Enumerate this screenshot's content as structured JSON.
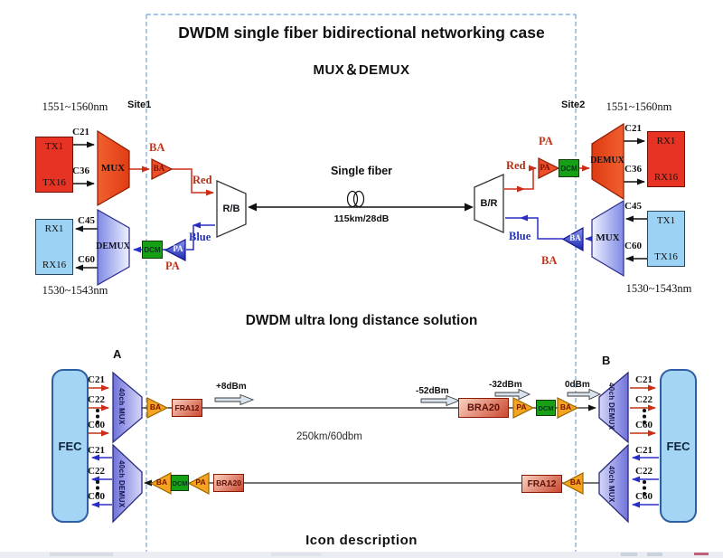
{
  "titles": {
    "main": "DWDM single fiber bidirectional networking case",
    "sub": "MUX＆DEMUX",
    "ultra": "DWDM ultra long distance solution",
    "icon": "Icon description"
  },
  "upper": {
    "site1": "Site1",
    "site2": "Site2",
    "red_band": "1551~1560nm",
    "blue_band": "1530~1543nm",
    "tx1": "TX1",
    "tx16": "TX16",
    "rx1": "RX1",
    "rx16": "RX16",
    "c21": "C21",
    "c36": "C36",
    "c45": "C45",
    "c60": "C60",
    "mux": "MUX",
    "demux": "DEMUX",
    "ba": "BA",
    "pa": "PA",
    "dcm": "DCM",
    "red": "Red",
    "blue": "Blue",
    "rb": "R/B",
    "br": "B/R",
    "fiber_label": "Single fiber",
    "fiber_spec": "115km/28dB"
  },
  "lower": {
    "site_a": "A",
    "site_b": "B",
    "fec": "FEC",
    "mux40": "40ch MUX",
    "demux40": "40ch DEMUX",
    "c21": "C21",
    "c22": "C22",
    "c60": "C60",
    "ba": "BA",
    "pa": "PA",
    "dcm": "DCM",
    "fra12": "FRA12",
    "bra20": "BRA20",
    "p_plus8": "+8dBm",
    "p_minus52": "-52dBm",
    "p_minus32": "-32dBm",
    "p_zero": "0dBm",
    "span": "250km/60dbm"
  },
  "colors": {
    "orange_red": "#ee4e29",
    "red_box": "#e63323",
    "light_blue_box": "#9cd2f4",
    "dcm_green": "#16a016",
    "blue_triangle": "#1b25ae",
    "purple_trap": "#6f72da",
    "fec_fill": "#a5d5f5",
    "fec_border": "#2e5fa3",
    "orange_triangle": "#f4a41e",
    "salmon_box": "#cb4830",
    "red_line": "#cc2d16",
    "blue_line": "#2a2ec4",
    "dashed_border": "#78a2d8"
  }
}
